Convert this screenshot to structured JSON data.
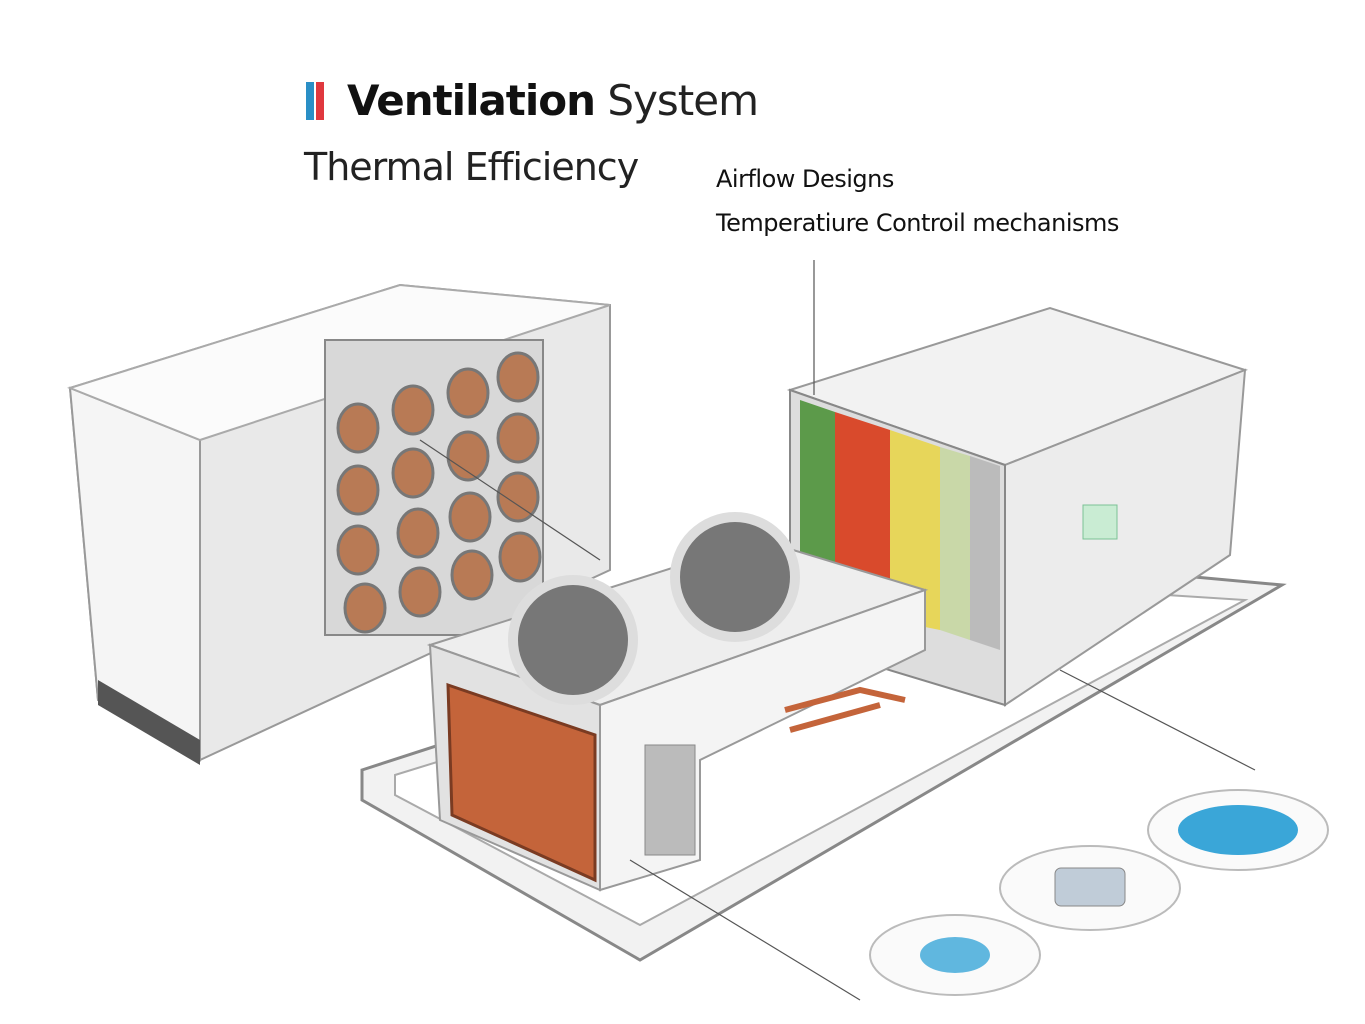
{
  "title": {
    "bold": "Ventilation",
    "light": "System"
  },
  "subtitle": "Thermal Efficiency",
  "labels": {
    "airflow": "Airflow Designs",
    "temperature": "Temperatiure Controil mechanisms"
  },
  "colors": {
    "flag_blue": "#2a8fc6",
    "flag_red": "#e0383e",
    "copper": "#c4643a",
    "filter_green": "#5c9a4a",
    "filter_red": "#d94a2c",
    "filter_yellow": "#e7d65a",
    "fan_blue": "#3aa6d8"
  }
}
